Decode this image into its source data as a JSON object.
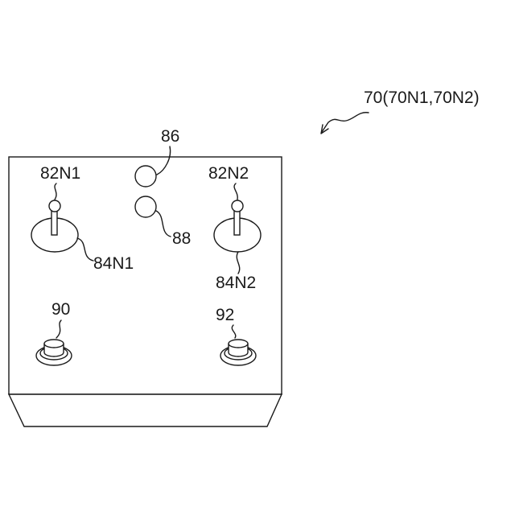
{
  "labels": {
    "assembly": "70(70N1,70N2)",
    "joystick_left": "82N1",
    "joystick_right": "82N2",
    "base_left": "84N1",
    "base_right": "84N2",
    "button_upper": "86",
    "button_lower": "88",
    "push_button_left": "90",
    "push_button_right": "92"
  }
}
